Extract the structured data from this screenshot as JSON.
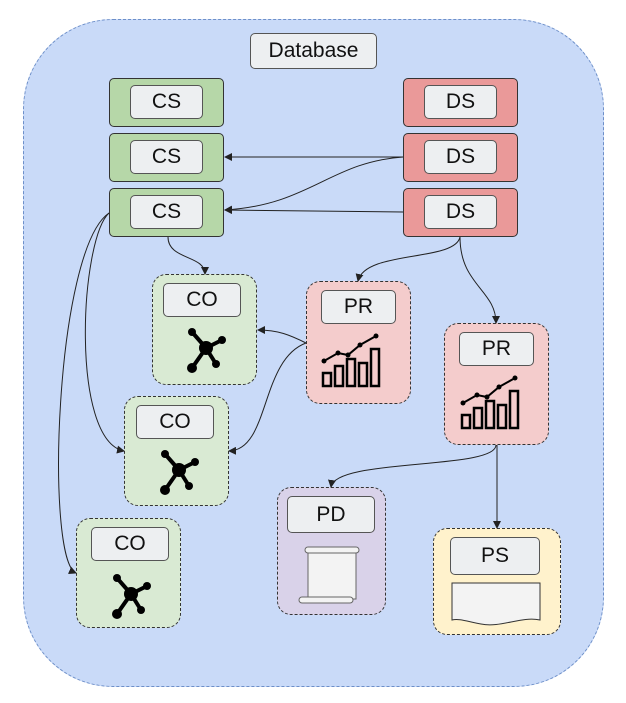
{
  "colors": {
    "database": "#c9daf8",
    "cs": "#b6d7a8",
    "ds": "#ea9999",
    "co": "#d9ead3",
    "pr": "#f4cccc",
    "pd": "#d9d2e9",
    "ps": "#fff2cc"
  },
  "database": {
    "label": "Database"
  },
  "cs_nodes": [
    {
      "label": "CS"
    },
    {
      "label": "CS"
    },
    {
      "label": "CS"
    }
  ],
  "ds_nodes": [
    {
      "label": "DS"
    },
    {
      "label": "DS"
    },
    {
      "label": "DS"
    }
  ],
  "co_nodes": [
    {
      "label": "CO",
      "icon": "molecule-icon"
    },
    {
      "label": "CO",
      "icon": "molecule-icon"
    },
    {
      "label": "CO",
      "icon": "molecule-icon"
    }
  ],
  "pr_nodes": [
    {
      "label": "PR",
      "icon": "bar-chart-icon"
    },
    {
      "label": "PR",
      "icon": "bar-chart-icon"
    }
  ],
  "pd_node": {
    "label": "PD",
    "icon": "scroll-icon"
  },
  "ps_node": {
    "label": "PS",
    "icon": "document-icon"
  }
}
